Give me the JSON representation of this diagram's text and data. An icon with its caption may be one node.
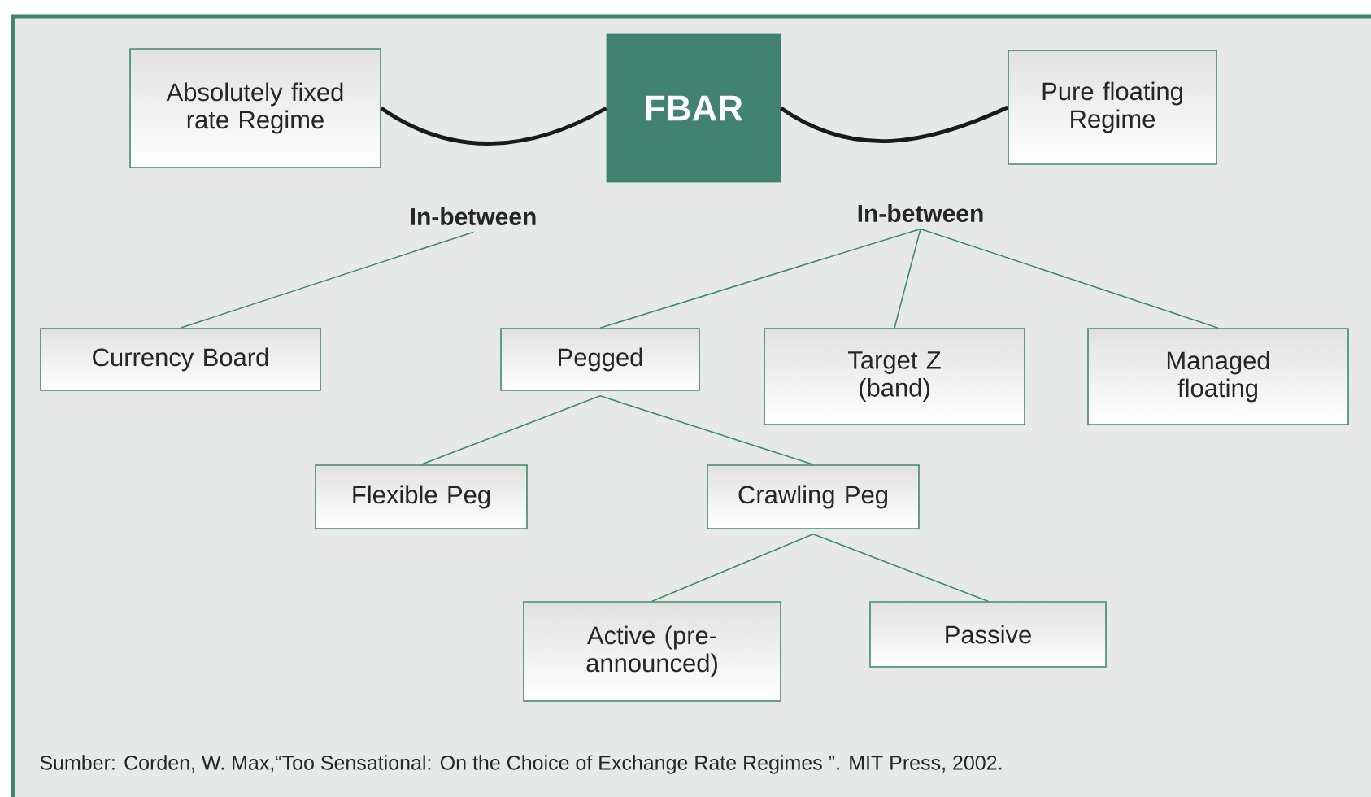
{
  "diagram": {
    "nodes": [
      {
        "text": [
          "Absolutely fixed rate Regime"
        ]
      },
      {
        "text": [
          "FBAR"
        ]
      },
      {
        "text": [
          "Pure floating Regime"
        ]
      },
      {
        "text": [
          "In-between"
        ]
      },
      {
        "text": [
          "In-between"
        ]
      },
      {
        "text": [
          "Currency Board"
        ]
      },
      {
        "text": [
          "Pegged"
        ]
      },
      {
        "text": [
          "Target Z (band)"
        ]
      },
      {
        "text": [
          "Managed floating"
        ]
      },
      {
        "text": [
          "Flexible Peg"
        ]
      },
      {
        "text": [
          "Crawling Peg"
        ]
      },
      {
        "text": [
          "Active (pre-announced)"
        ]
      },
      {
        "text": [
          "Passive"
        ]
      }
    ],
    "edges": [
      {
        "from": 0,
        "to": 1,
        "arrow": "none",
        "style": "thick",
        "color": "#1a1a1a"
      },
      {
        "from": 1,
        "to": 2,
        "arrow": "none",
        "style": "thick",
        "color": "#1a1a1a"
      },
      {
        "from": 3,
        "to": 5,
        "arrow": "none"
      },
      {
        "from": 4,
        "to": 6,
        "arrow": "none"
      },
      {
        "from": 4,
        "to": 7,
        "arrow": "none"
      },
      {
        "from": 4,
        "to": 8,
        "arrow": "none"
      },
      {
        "from": 6,
        "to": 9,
        "arrow": "none"
      },
      {
        "from": 6,
        "to": 10,
        "arrow": "none"
      },
      {
        "from": 10,
        "to": 11,
        "arrow": "none"
      },
      {
        "from": 10,
        "to": 12,
        "arrow": "none"
      }
    ],
    "labels": [
      "Sumber: Corden, W. Max,“Too Sensational: On the Choice of Exchange Rate Regimes ”. MIT Press, 2002."
    ]
  }
}
